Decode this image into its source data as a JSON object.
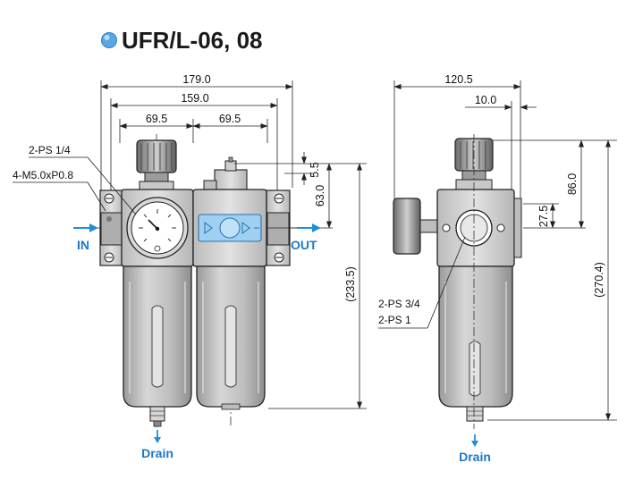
{
  "title": "UFR/L-06, 08",
  "colors": {
    "title_bullet": "#5aa7e6",
    "flow_arrow": "#1e8fd8",
    "port_label": "#1b78c7",
    "body_gray": "#c8c8c8",
    "bowl_gray": "#b9b9b9",
    "lubricator_window": "#9fd0f2"
  },
  "front_view": {
    "dimensions": {
      "overall_width": "179.0",
      "mounting_width": "159.0",
      "regulator_width": "69.5",
      "lubricator_width": "69.5",
      "port_offset_top": "5.5",
      "port_height": "63.0",
      "overall_height": "(233.5)"
    },
    "callouts": {
      "gauge_port": "2-PS 1/4",
      "mount_screw": "4-M5.0xP0.8"
    },
    "ports": {
      "inlet": "IN",
      "outlet": "OUT",
      "drain": "Drain"
    }
  },
  "side_view": {
    "dimensions": {
      "overall_depth": "120.5",
      "offset": "10.0",
      "knob_height": "86.0",
      "port_offset": "27.5",
      "overall_height": "(270.4)"
    },
    "callouts": {
      "port_size_a": "2-PS 3/4",
      "port_size_b": "2-PS 1"
    },
    "ports": {
      "drain": "Drain"
    }
  }
}
